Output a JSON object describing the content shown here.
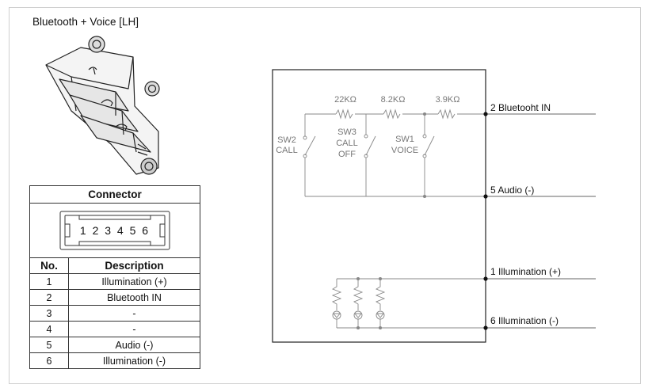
{
  "title": "Bluetooth + Voice [LH]",
  "connector": {
    "heading": "Connector",
    "pins": "1 2 3 4 5 6",
    "col_no": "No.",
    "col_desc": "Description",
    "rows": [
      {
        "no": "1",
        "desc": "Illumination (+)"
      },
      {
        "no": "2",
        "desc": "Bluetooth IN"
      },
      {
        "no": "3",
        "desc": "-"
      },
      {
        "no": "4",
        "desc": "-"
      },
      {
        "no": "5",
        "desc": "Audio (-)"
      },
      {
        "no": "6",
        "desc": "Illumination (-)"
      }
    ]
  },
  "schematic": {
    "resistors": [
      "22KΩ",
      "8.2KΩ",
      "3.9KΩ"
    ],
    "switches": {
      "sw2": [
        "SW2",
        "CALL"
      ],
      "sw3": [
        "SW3",
        "CALL",
        "OFF"
      ],
      "sw1": [
        "SW1",
        "VOICE"
      ]
    },
    "terminals": [
      "2 Bluetooht IN",
      "5 Audio (-)",
      "1 Illumination (+)",
      "6 Illumination (-)"
    ]
  }
}
